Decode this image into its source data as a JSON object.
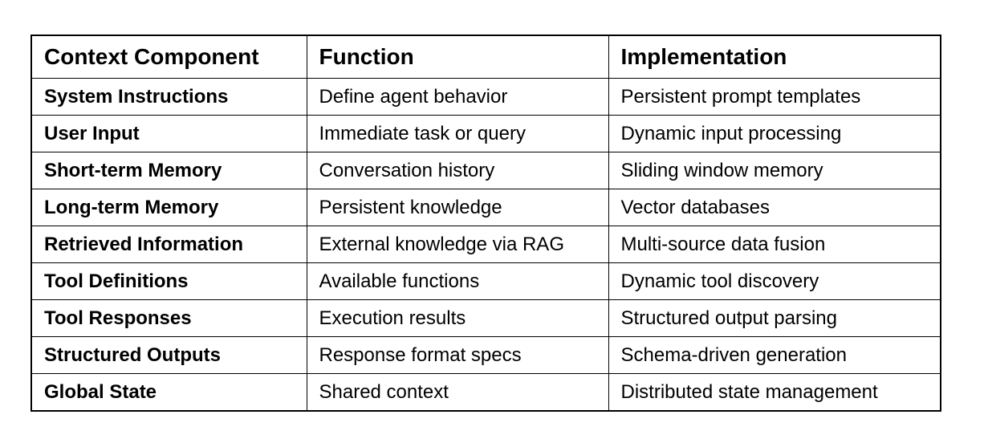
{
  "table": {
    "headers": [
      "Context Component",
      "Function",
      "Implementation"
    ],
    "rows": [
      [
        "System Instructions",
        "Define agent behavior",
        "Persistent prompt templates"
      ],
      [
        "User Input",
        "Immediate task or query",
        "Dynamic input processing"
      ],
      [
        "Short-term Memory",
        "Conversation history",
        "Sliding window memory"
      ],
      [
        "Long-term Memory",
        "Persistent knowledge",
        "Vector databases"
      ],
      [
        "Retrieved Information",
        "External knowledge via RAG",
        "Multi-source data fusion"
      ],
      [
        "Tool Definitions",
        "Available functions",
        "Dynamic tool discovery"
      ],
      [
        "Tool Responses",
        "Execution results",
        "Structured output parsing"
      ],
      [
        "Structured Outputs",
        "Response format specs",
        "Schema-driven generation"
      ],
      [
        "Global State",
        "Shared context",
        "Distributed state management"
      ]
    ]
  }
}
